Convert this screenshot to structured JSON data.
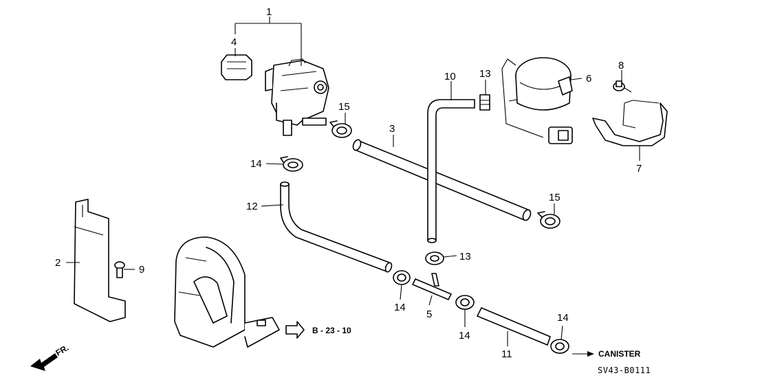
{
  "figure_code": "SV43-B0111",
  "arrows": {
    "ref_label": "B - 23 - 10",
    "canister_label": "CANISTER",
    "front_label": "FR."
  },
  "callouts": {
    "c1": "1",
    "c2": "2",
    "c3": "3",
    "c4": "4",
    "c5": "5",
    "c6": "6",
    "c7": "7",
    "c8": "8",
    "c9": "9",
    "c10": "10",
    "c11": "11",
    "c12": "12",
    "c13a": "13",
    "c13b": "13",
    "c14a": "14",
    "c14b": "14",
    "c14c": "14",
    "c14d": "14",
    "c15a": "15",
    "c15b": "15"
  },
  "colors": {
    "line": "#000000",
    "background": "#ffffff"
  }
}
